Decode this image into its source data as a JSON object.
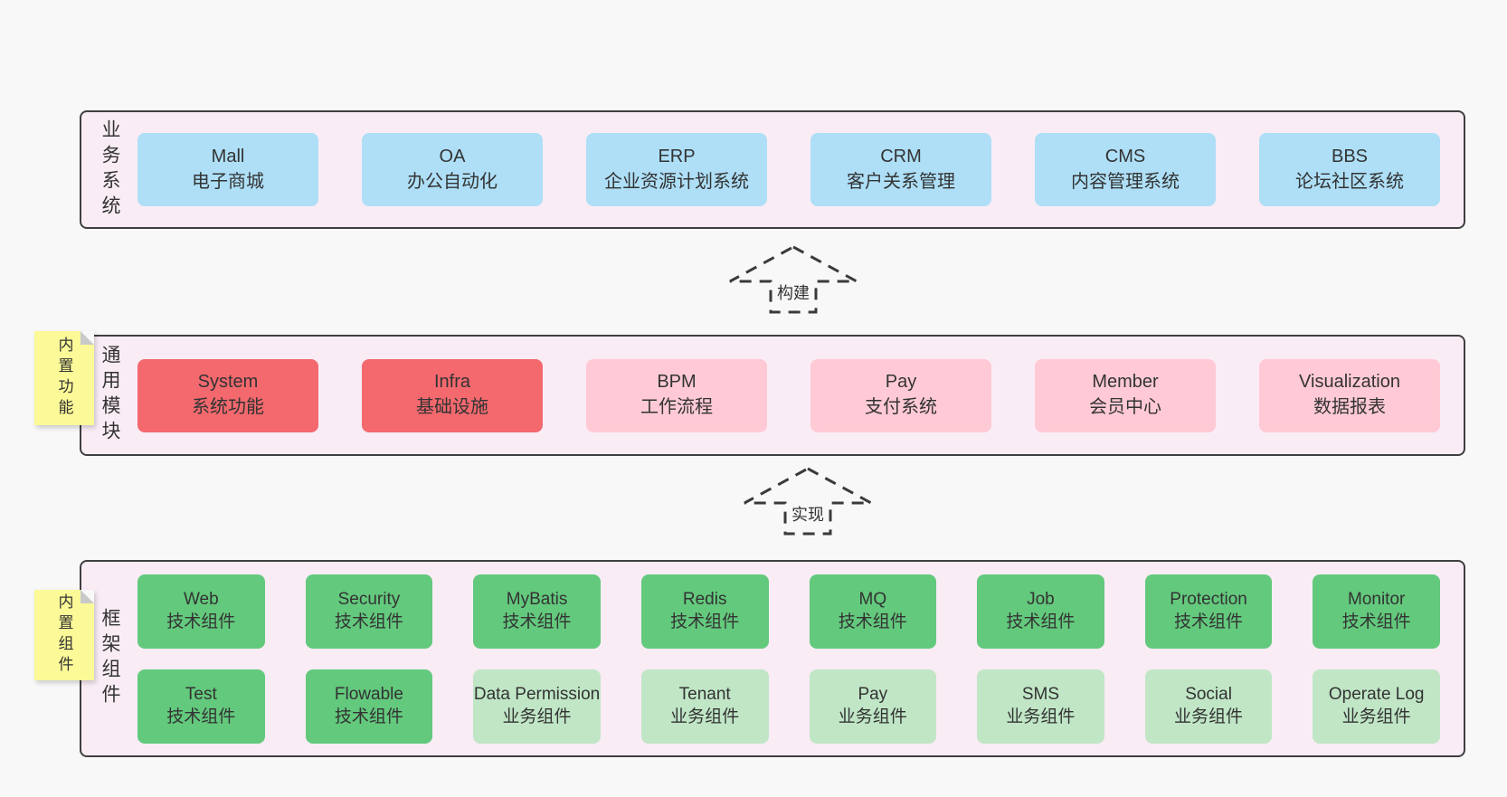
{
  "colors": {
    "page_bg": "#f8f8f8",
    "container_bg": "#f9ecf5",
    "container_border": "#3f3f3f",
    "business_box_blue": "#aedff7",
    "core_module_red": "#f3696e",
    "module_pink": "#ffcad5",
    "tech_component_green": "#63c97d",
    "biz_component_light_green": "#c0e6c6",
    "sticky_note_yellow": "#fbf998",
    "text": "#333333"
  },
  "layers": {
    "business": {
      "side_label": "业务系统",
      "boxes": [
        {
          "name": "Mall",
          "desc": "电子商城"
        },
        {
          "name": "OA",
          "desc": "办公自动化"
        },
        {
          "name": "ERP",
          "desc": "企业资源计划系统"
        },
        {
          "name": "CRM",
          "desc": "客户关系管理"
        },
        {
          "name": "CMS",
          "desc": "内容管理系统"
        },
        {
          "name": "BBS",
          "desc": "论坛社区系统"
        }
      ]
    },
    "modules": {
      "side_label": "通用模块",
      "sticky_note": "内置功能",
      "boxes": [
        {
          "name": "System",
          "desc": "系统功能"
        },
        {
          "name": "Infra",
          "desc": "基础设施"
        },
        {
          "name": "BPM",
          "desc": "工作流程"
        },
        {
          "name": "Pay",
          "desc": "支付系统"
        },
        {
          "name": "Member",
          "desc": "会员中心"
        },
        {
          "name": "Visualization",
          "desc": "数据报表"
        }
      ]
    },
    "components": {
      "side_label": "框架组件",
      "sticky_note": "内置组件",
      "row1": [
        {
          "name": "Web",
          "desc": "技术组件"
        },
        {
          "name": "Security",
          "desc": "技术组件"
        },
        {
          "name": "MyBatis",
          "desc": "技术组件"
        },
        {
          "name": "Redis",
          "desc": "技术组件"
        },
        {
          "name": "MQ",
          "desc": "技术组件"
        },
        {
          "name": "Job",
          "desc": "技术组件"
        },
        {
          "name": "Protection",
          "desc": "技术组件"
        },
        {
          "name": "Monitor",
          "desc": "技术组件"
        }
      ],
      "row2": [
        {
          "name": "Test",
          "desc": "技术组件"
        },
        {
          "name": "Flowable",
          "desc": "技术组件"
        },
        {
          "name": "Data Permission",
          "desc": "业务组件"
        },
        {
          "name": "Tenant",
          "desc": "业务组件"
        },
        {
          "name": "Pay",
          "desc": "业务组件"
        },
        {
          "name": "SMS",
          "desc": "业务组件"
        },
        {
          "name": "Social",
          "desc": "业务组件"
        },
        {
          "name": "Operate Log",
          "desc": "业务组件"
        }
      ]
    }
  },
  "arrows": {
    "build": "构建",
    "implement": "实现"
  }
}
